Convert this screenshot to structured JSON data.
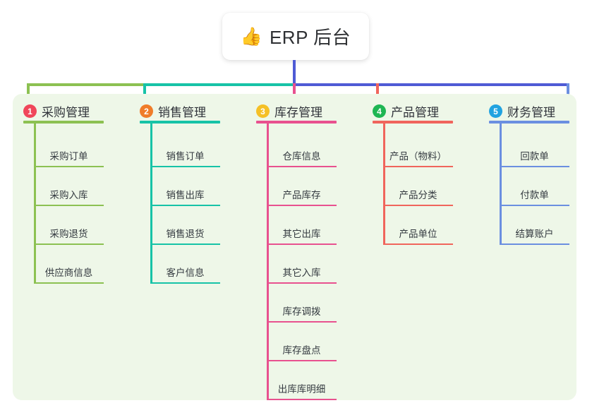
{
  "root": {
    "icon": "thumbs-up-icon",
    "emoji": "👍",
    "title": "ERP 后台"
  },
  "palette": {
    "panel_bg": "#eef7e8",
    "page_bg": "#ffffff",
    "trunk": "#4f5bd5",
    "bar_left": "#8cc152",
    "bar_mid": "#17c3a7",
    "bar_right": "#4f5bd5"
  },
  "columns": [
    {
      "index": "1",
      "title": "采购管理",
      "color": "#8cc152",
      "badge_color": "#f0465a",
      "items": [
        "采购订单",
        "采购入库",
        "采购退货",
        "供应商信息"
      ]
    },
    {
      "index": "2",
      "title": "销售管理",
      "color": "#17c3a7",
      "badge_color": "#f07c29",
      "items": [
        "销售订单",
        "销售出库",
        "销售退货",
        "客户信息"
      ]
    },
    {
      "index": "3",
      "title": "库存管理",
      "color": "#e8518f",
      "badge_color": "#f5c026",
      "items": [
        "仓库信息",
        "产品库存",
        "其它出库",
        "其它入库",
        "库存调拨",
        "库存盘点",
        "出库库明细"
      ]
    },
    {
      "index": "4",
      "title": "产品管理",
      "color": "#f0655c",
      "badge_color": "#1eb653",
      "items": [
        "产品（物料）",
        "产品分类",
        "产品单位"
      ]
    },
    {
      "index": "5",
      "title": "财务管理",
      "color": "#6b8fe0",
      "badge_color": "#21a3e0",
      "items": [
        "回款单",
        "付款单",
        "结算账户"
      ]
    }
  ]
}
